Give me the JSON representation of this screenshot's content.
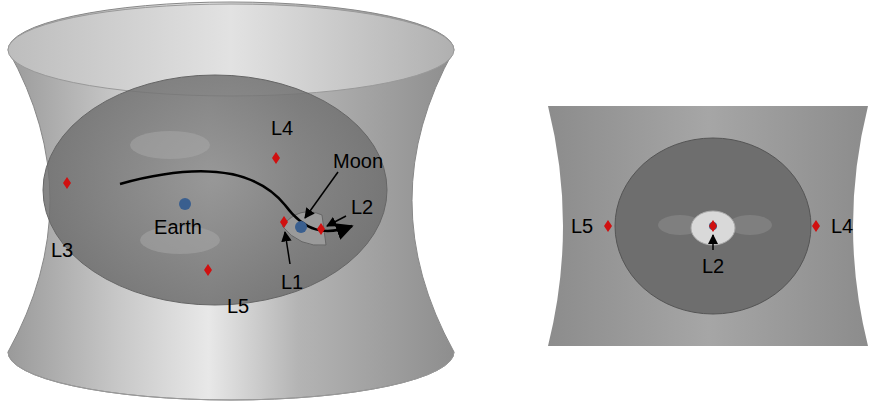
{
  "diagram": {
    "labels": [
      "L4",
      "L3",
      "Moon",
      "L2",
      "Earth",
      "L1",
      "L5",
      "L5",
      "L2",
      "L4"
    ]
  }
}
